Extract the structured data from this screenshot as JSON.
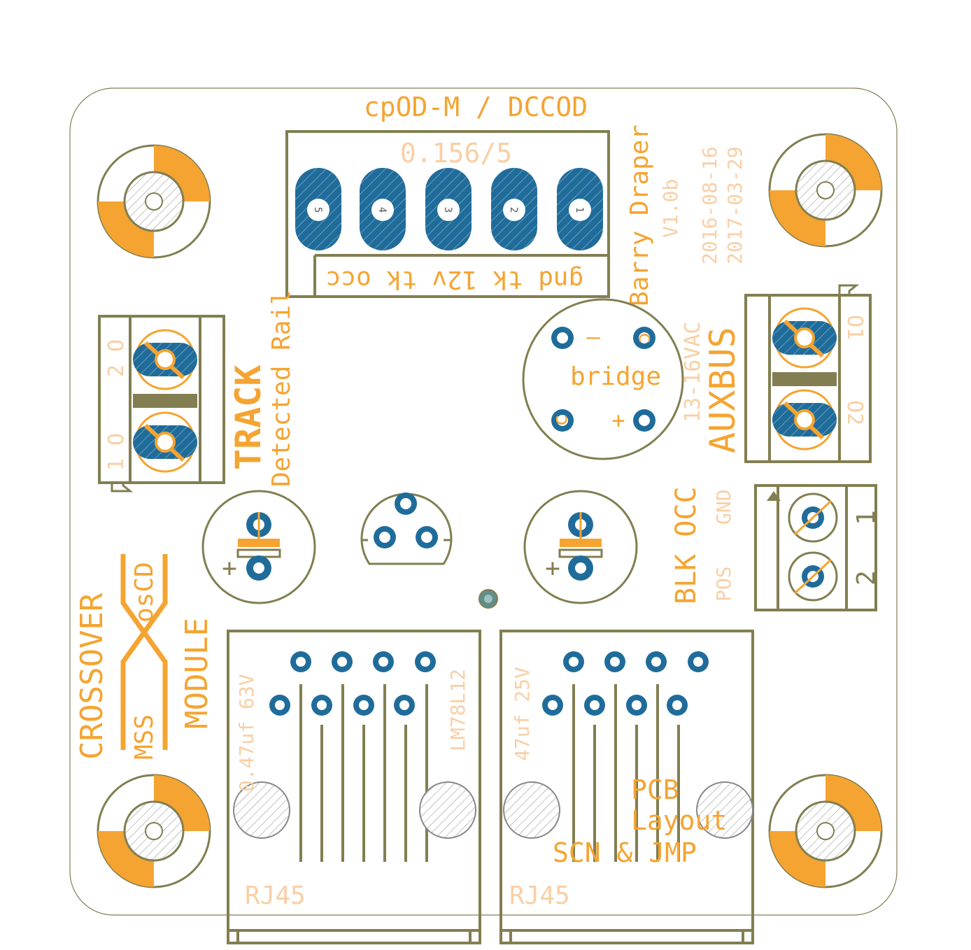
{
  "colors": {
    "outline": "#827E51",
    "silk": "#F5A431",
    "silk_light": "#F9CFA5",
    "copper": "#1F6C9B",
    "background": "#FFFFFF"
  },
  "header": {
    "title": "cpOD-M / DCCOD",
    "connector_spec": "0.156/5",
    "pin_labels": "gnd tk 12v tk occ",
    "pin_numbers": [
      "5",
      "4",
      "3",
      "2",
      "1"
    ]
  },
  "credits": {
    "author": "Barry Draper",
    "version": "V1.0b",
    "date_1": "2016-08-16",
    "date_2": "2017-03-29"
  },
  "track": {
    "title": "TRACK",
    "subtitle": "Detected Rail",
    "pin_1": "1 O",
    "pin_2": "2 O"
  },
  "auxbus": {
    "title": "AUXBUS",
    "voltage": "13-16VAC",
    "pin_1": "O1",
    "pin_2": "O2"
  },
  "bridge": {
    "label": "bridge",
    "minus": "–",
    "plus": "+",
    "ac_1": "c",
    "ac_2": "c"
  },
  "blk_occ": {
    "title": "BLK OCC",
    "gnd": "GND",
    "pos": "POS",
    "pin_1": "1",
    "pin_2": "2"
  },
  "capacitors": {
    "plus": "+"
  },
  "logo": {
    "line_1": "CROSSOVER",
    "line_2": "MSS",
    "line_3": "osCD",
    "line_4": "MODULE"
  },
  "rj45_left": {
    "label": "RJ45",
    "cap_value": "0.47uf 63V",
    "regulator": "LM78L12"
  },
  "rj45_right": {
    "label": "RJ45",
    "cap_value": "47uf 25V"
  },
  "layout_note": {
    "line_1": "PCB",
    "line_2": "Layout",
    "line_3": "SCN & JMP"
  }
}
